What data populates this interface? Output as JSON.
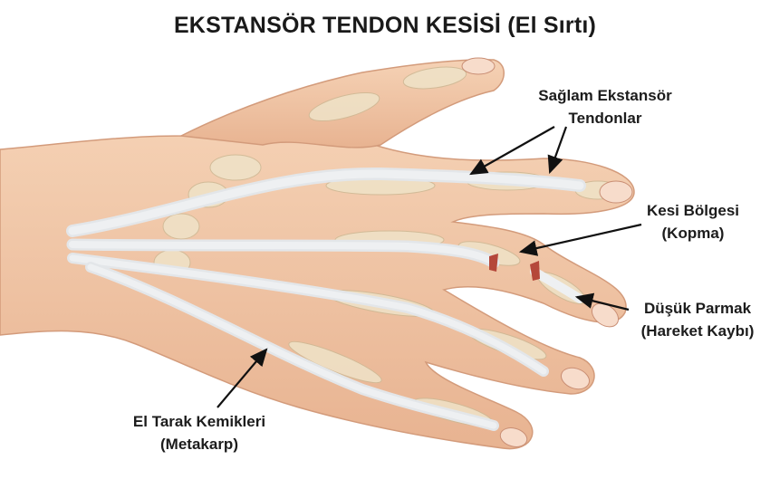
{
  "title": "EKSTANSÖR TENDON KESİSİ (El Sırtı)",
  "labels": {
    "healthy_tendons": {
      "line1": "Sağlam Ekstansör",
      "line2": "Tendonlar"
    },
    "cut_zone": {
      "line1": "Kesi Bölgesi",
      "line2": "(Kopma)"
    },
    "dropped_finger": {
      "line1": "Düşük Parmak",
      "line2": "(Hareket Kaybı)"
    },
    "metacarpal": {
      "line1": "El Tarak Kemikleri",
      "line2": "(Metakarp)"
    }
  },
  "colors": {
    "skin": "#f2c9a8",
    "skin_shadow": "#dba585",
    "bone": "#efe3c8",
    "tendon": "#eef0f2",
    "cut": "#b5473a"
  }
}
